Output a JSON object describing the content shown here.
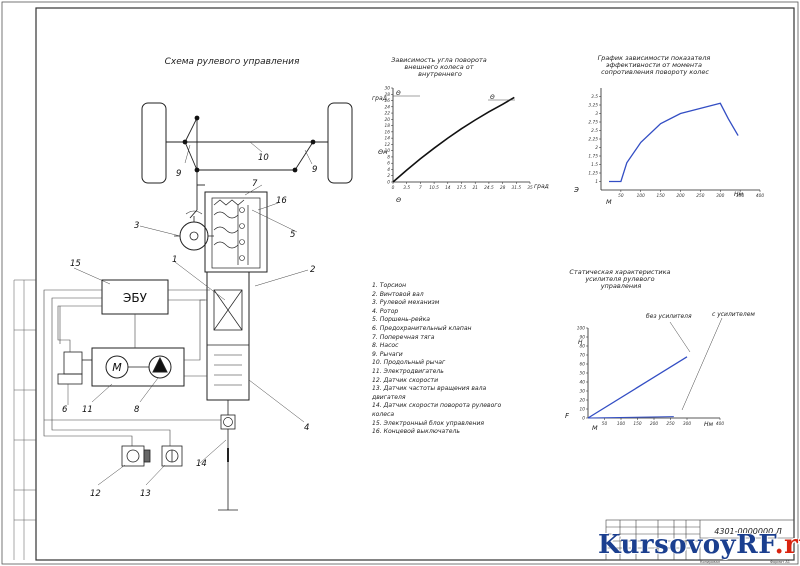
{
  "scheme": {
    "title": "Схема рулевого управления",
    "ecu_label": "ЭБУ",
    "motor_label": "M",
    "callouts": [
      "1",
      "2",
      "3",
      "4",
      "5",
      "6",
      "7",
      "8",
      "9",
      "9",
      "10",
      "11",
      "12",
      "13",
      "14",
      "15",
      "16"
    ]
  },
  "legend": {
    "items": [
      "1. Торсион",
      "2. Винтовой вал",
      "3. Рулевой механизм",
      "4. Ротор",
      "5. Поршень-рейка",
      "6. Предохранительный клапан",
      "7. Поперечная тяга",
      "8. Насос",
      "9. Рычаги",
      "10. Продольный рычаг",
      "11. Электродвигатель",
      "12. Датчик скорости",
      "13. Датчик частоты вращения вала двигателя",
      "14. Датчик скорости поворота рулевого колеса",
      "15. Электронный блок управления",
      "16. Концевой выключатель"
    ]
  },
  "charts": {
    "angle": {
      "title": "Зависимость угла поворота внешнего колеса от внутреннего",
      "ylabel": "град",
      "xlabel": "град",
      "axis_y": "Θн",
      "axis_x": "Θ",
      "curve_labels": [
        "Θ",
        "Θ"
      ]
    },
    "efficiency": {
      "title": "График зависимости показателя эффективности от момента сопротивления повороту колес",
      "ylabel": "Э",
      "xlabel": "М",
      "unit": "Нм"
    },
    "amplifier": {
      "title": "Статическая характеристика усилителя рулевого управления",
      "label_without": "без усилителя",
      "label_with": "с усилителем",
      "axis_y": "Н",
      "axis_x": "М",
      "unit": "Нм",
      "fy": "F"
    }
  },
  "chart_data": [
    {
      "type": "line",
      "title": "Зависимость угла поворота внешнего колеса от внутреннего",
      "x_ticks": [
        "0",
        "3.5",
        "7",
        "10.5",
        "14",
        "17.5",
        "21",
        "24.5",
        "28",
        "31.5",
        "35"
      ],
      "y_ticks": [
        "0",
        "2",
        "4",
        "6",
        "8",
        "10",
        "12",
        "14",
        "16",
        "18",
        "20",
        "22",
        "24",
        "26",
        "28",
        "30"
      ],
      "xlim": [
        0,
        35
      ],
      "ylim": [
        0,
        30
      ],
      "x": [
        0,
        3.5,
        7,
        10.5,
        14,
        17.5,
        21,
        24.5,
        28,
        31
      ],
      "y": [
        0,
        3.8,
        7.4,
        10.8,
        14,
        17,
        19.8,
        22.4,
        24.8,
        27
      ]
    },
    {
      "type": "line",
      "title": "График зависимости показателя эффективности от момента сопротивления повороту колес",
      "x_ticks": [
        "50",
        "100",
        "150",
        "200",
        "250",
        "300",
        "350",
        "400"
      ],
      "y_ticks": [
        "1",
        "1.25",
        "1.5",
        "1.75",
        "2",
        "2.25",
        "2.5",
        "2.75",
        "3",
        "3.25",
        "3.5"
      ],
      "xlim": [
        0,
        400
      ],
      "ylim": [
        0.75,
        3.75
      ],
      "x": [
        20,
        50,
        65,
        100,
        150,
        200,
        250,
        300,
        320,
        345
      ],
      "y": [
        1.0,
        1.0,
        1.55,
        2.15,
        2.7,
        3.0,
        3.15,
        3.3,
        2.85,
        2.35
      ]
    },
    {
      "type": "line",
      "title": "Статическая характеристика усилителя рулевого управления",
      "x_ticks": [
        "50",
        "100",
        "150",
        "200",
        "250",
        "300",
        "400"
      ],
      "y_ticks": [
        "0",
        "10",
        "20",
        "30",
        "40",
        "50",
        "60",
        "70",
        "80",
        "90",
        "100"
      ],
      "xlim": [
        0,
        400
      ],
      "ylim": [
        0,
        100
      ],
      "series": [
        {
          "name": "без усилителя",
          "x": [
            0,
            300
          ],
          "y": [
            0,
            68
          ]
        },
        {
          "name": "с усилителем",
          "x": [
            0,
            260
          ],
          "y": [
            0,
            1.5
          ]
        }
      ]
    }
  ],
  "title_block": {
    "code": "4301-0000000 Л",
    "small_labels": [
      "Копировал",
      "Формат А1"
    ]
  },
  "watermark": {
    "main": "KursovoyRF",
    "suffix": ".ru"
  }
}
